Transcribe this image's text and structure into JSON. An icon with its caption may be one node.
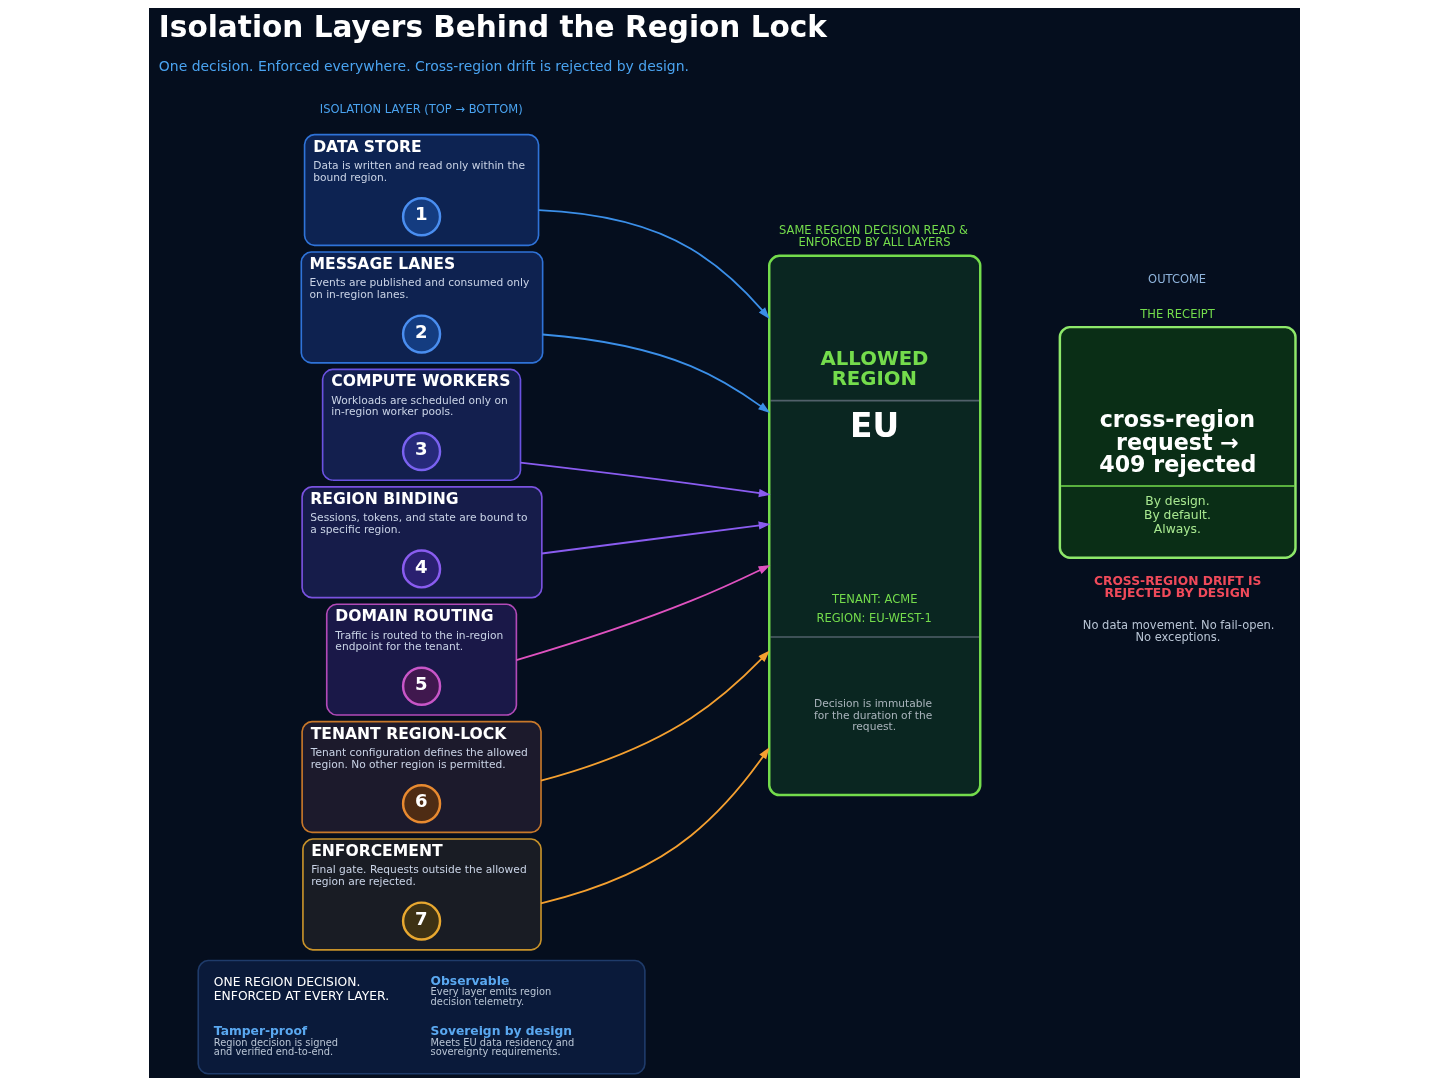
{
  "diagram": {
    "title": "Isolation Layers Behind the Region Lock",
    "nodes": [
      {
        "text": [
          "DATA STORE",
          "Data is written and read only within the bound region."
        ]
      },
      {
        "text": [
          "1"
        ],
        "in": 0
      },
      {
        "text": [
          "MESSAGE LANES",
          "Events are published and consumed only on in-region lanes."
        ]
      },
      {
        "text": [
          "2"
        ],
        "in": 2
      },
      {
        "text": [
          "COMPUTE WORKERS",
          "Workloads are scheduled only on in-region worker pools."
        ]
      },
      {
        "text": [
          "3"
        ],
        "in": 4
      },
      {
        "text": [
          "REGION BINDING",
          "Sessions, tokens, and state are bound to a specific region."
        ]
      },
      {
        "text": [
          "4"
        ],
        "in": 6
      },
      {
        "text": [
          "DOMAIN ROUTING",
          "Traffic is routed to the in-region endpoint for the tenant."
        ]
      },
      {
        "text": [
          "5"
        ],
        "in": 8
      },
      {
        "text": [
          "TENANT REGION-LOCK",
          "Tenant configuration defines the allowed region. No other region is permitted."
        ]
      },
      {
        "text": [
          "6"
        ],
        "in": 10
      },
      {
        "text": [
          "ENFORCEMENT",
          "Final gate. Requests outside the allowed region are rejected."
        ]
      },
      {
        "text": [
          "7"
        ],
        "in": 12
      },
      {
        "text": [
          "SAME REGION DECISION READ & ENFORCED BY ALL LAYERS",
          "ALLOWED REGION",
          "EU",
          "TENANT: ACME",
          "REGION: EU-WEST-1",
          "Decision is immutable for the duration of the request."
        ]
      },
      {
        "text": [
          "THE RECEIPT",
          "cross-region request → 409 rejected",
          "By design. By default. Always."
        ]
      },
      {
        "text": [
          "ONE REGION DECISION. ENFORCED AT EVERY LAYER.",
          "Observable",
          "Every layer emits region decision telemetry.",
          "Tamper-proof",
          "Region decision is signed and verified end-to-end.",
          "Sovereign by design",
          "Meets EU data residency and sovereignty requirements."
        ]
      }
    ],
    "edges": [
      {
        "from": 0,
        "to": 14,
        "arrow": "to",
        "color": "#3b8fe8"
      },
      {
        "from": 2,
        "to": 14,
        "arrow": "to",
        "color": "#3b8fe8"
      },
      {
        "from": 4,
        "to": 14,
        "arrow": "to",
        "color": "#8a5cf0"
      },
      {
        "from": 6,
        "to": 14,
        "arrow": "to",
        "color": "#8a5cf0"
      },
      {
        "from": 8,
        "to": 14,
        "arrow": "to",
        "color": "#e052c0"
      },
      {
        "from": 10,
        "to": 14,
        "arrow": "to",
        "color": "#f5a030"
      },
      {
        "from": 12,
        "to": 14,
        "arrow": "to",
        "color": "#f5a030"
      }
    ],
    "labels": [
      "One decision. Enforced everywhere. Cross-region drift is rejected by design.",
      "ISOLATION LAYER (TOP → BOTTOM)",
      "OUTCOME",
      "CROSS-REGION DRIFT IS REJECTED BY DESIGN",
      "No data movement. No fail-open. No exceptions."
    ]
  }
}
